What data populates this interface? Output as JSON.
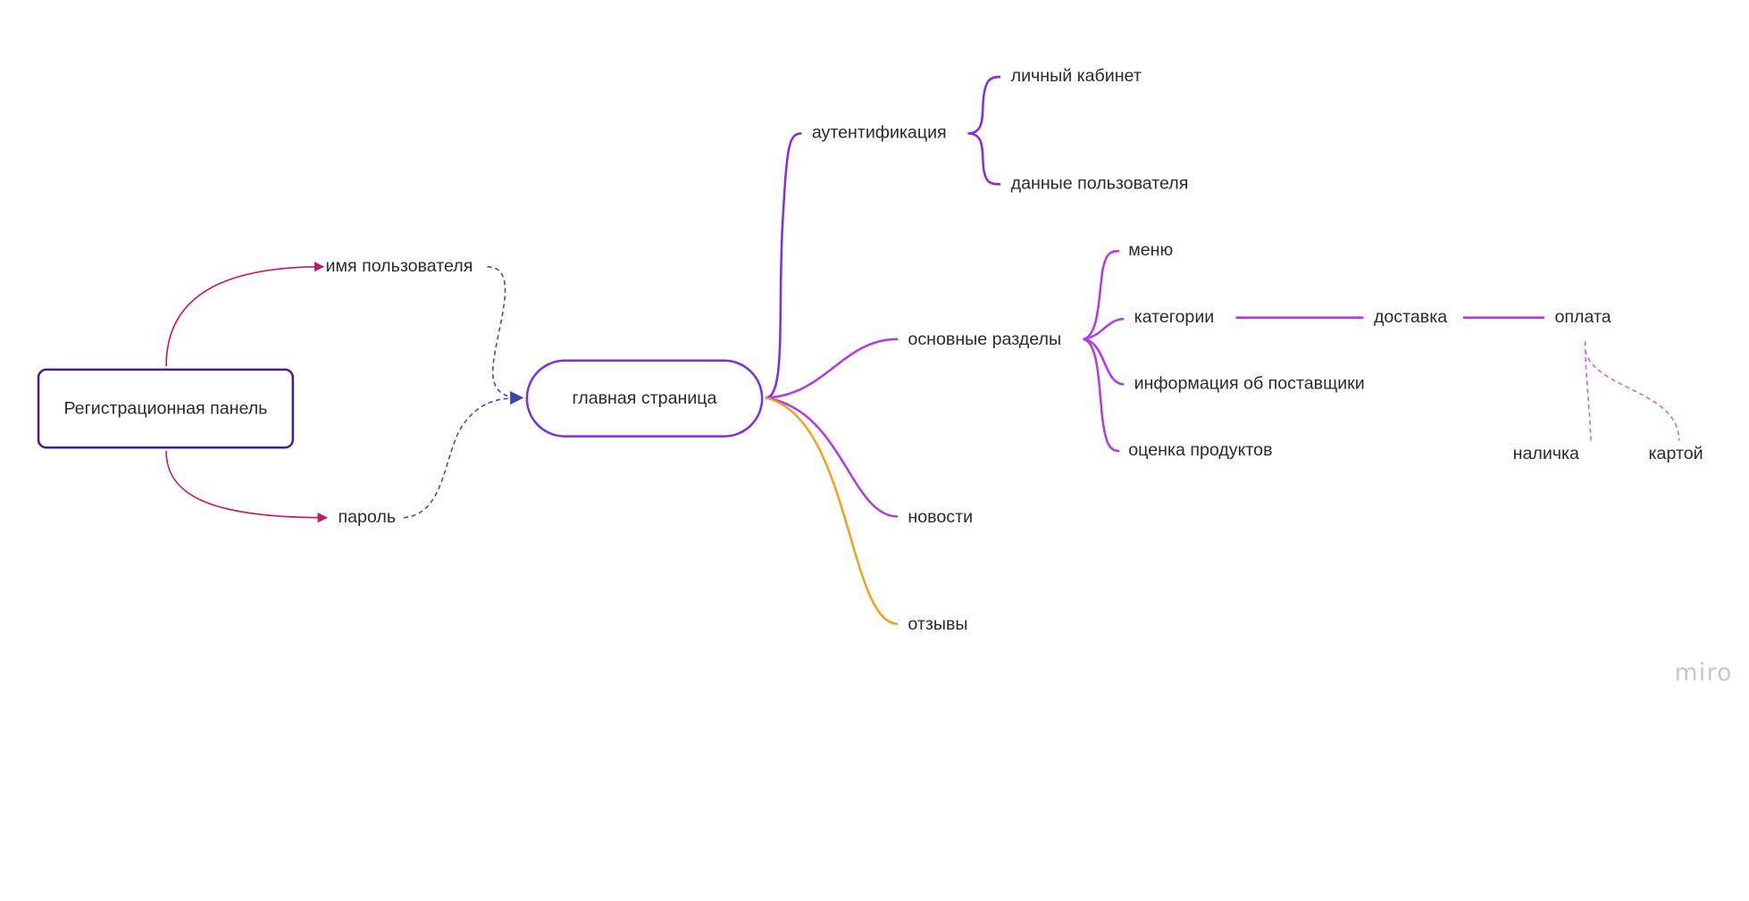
{
  "colors": {
    "registration_border": "#4a1d8f",
    "main_border": "#7b2fe0",
    "red_arrow": "#c21a6b",
    "dashed_blue": "#3b44b0",
    "purple_branch": "#8a2be2",
    "violet_branch": "#b33ae8",
    "orange_branch": "#f0a31a",
    "dashed_violet": "#c36be8",
    "logo": "#c4c7d2"
  },
  "nodes": {
    "registration": "Регистрационная панель",
    "main": "главная страница",
    "username": "имя пользователя",
    "password": "пароль",
    "auth": "аутентификация",
    "cabinet": "личный кабинет",
    "user_data": "данные пользователя",
    "sections": "основные разделы",
    "menu": "меню",
    "categories": "категории",
    "delivery": "доставка",
    "payment": "оплата",
    "supplier_info": "информация об поставщики",
    "product_rating": "оценка продуктов",
    "cash": "наличка",
    "card": "картой",
    "news": "новости",
    "reviews": "отзывы"
  },
  "logo": "miro"
}
